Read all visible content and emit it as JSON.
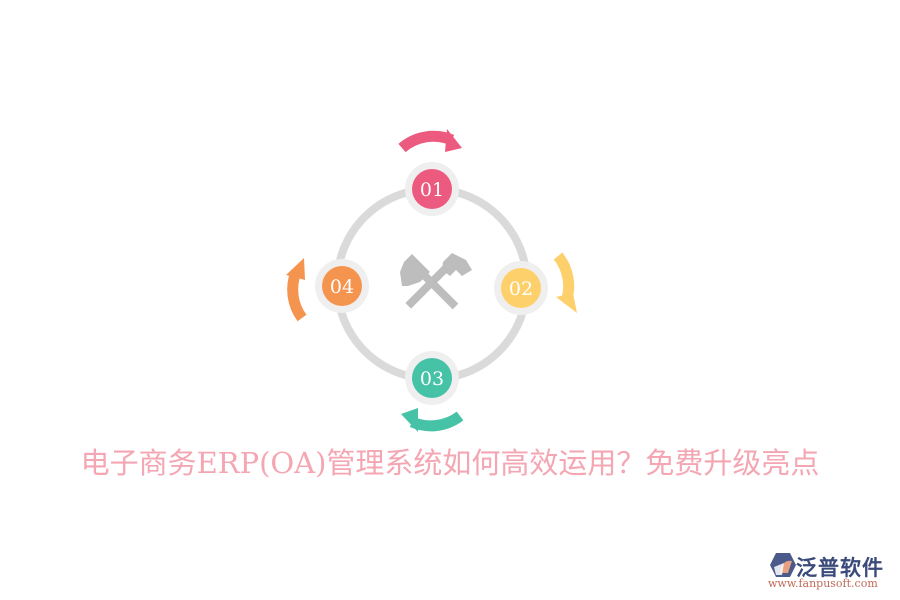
{
  "diagram": {
    "center_icon": "hammers-crossed-icon",
    "nodes": [
      {
        "label": "01",
        "color": "#ec5a7f",
        "position": "top"
      },
      {
        "label": "02",
        "color": "#fdd06b",
        "position": "right"
      },
      {
        "label": "03",
        "color": "#46c2a6",
        "position": "bottom"
      },
      {
        "label": "04",
        "color": "#f5944f",
        "position": "left"
      }
    ],
    "ring_color": "#dadada",
    "node_halo_color": "#efefef",
    "icon_color": "#bdbdbd"
  },
  "title": "电子商务ERP(OA)管理系统如何高效运用？免费升级亮点",
  "logo": {
    "name": "泛普软件",
    "url": "www.fanpusoft.com"
  }
}
